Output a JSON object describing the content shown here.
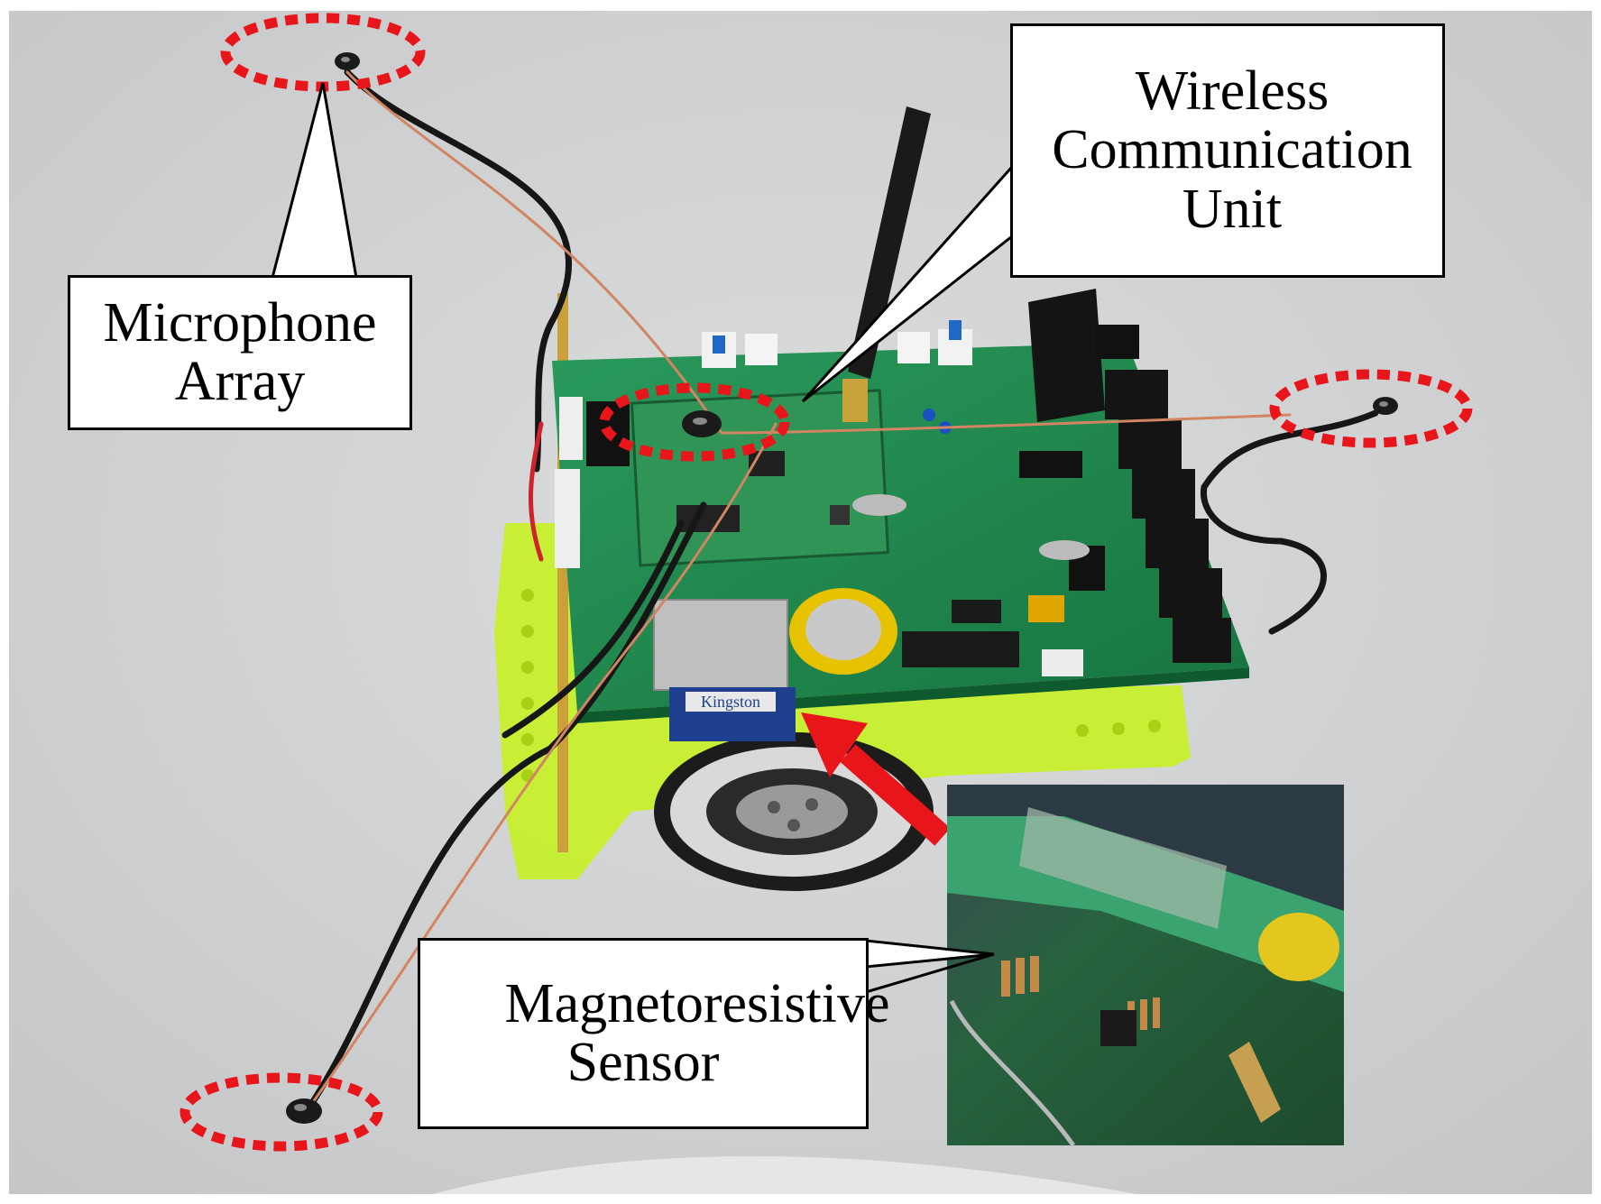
{
  "labels": {
    "microphone_array": [
      "Microphone",
      "Array"
    ],
    "wireless_unit": [
      "Wireless",
      "Communication",
      "Unit"
    ],
    "magnetoresistive_sensor": [
      "Magnetoresistive",
      "Sensor"
    ]
  },
  "sd_card_brand": "Kingston",
  "colors": {
    "background": "#d2d3d4",
    "pcb_green": "#1f8a4e",
    "acrylic_yellow": "#c6f21a",
    "highlight_red": "#e8161b",
    "label_border": "#000000"
  }
}
